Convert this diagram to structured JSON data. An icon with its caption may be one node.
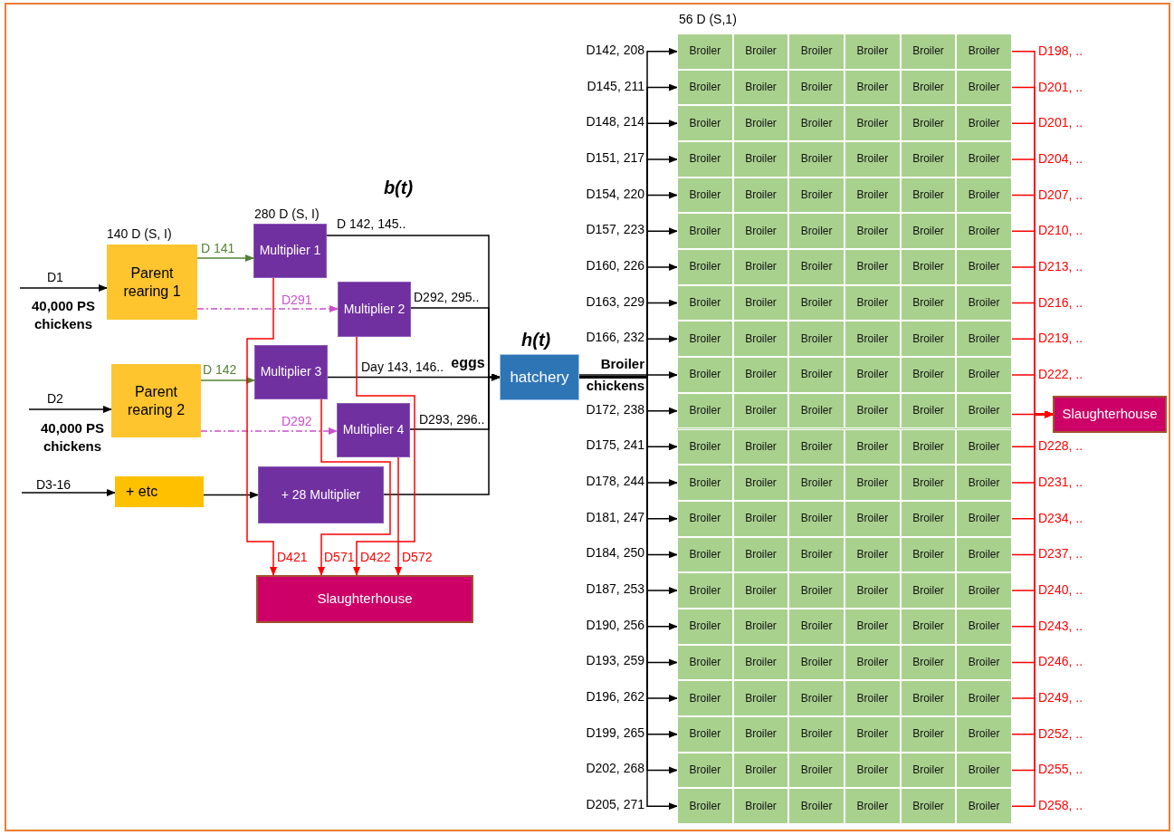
{
  "diagram": {
    "nodes": [
      {
        "text": [
          "Parent rearing 1"
        ],
        "beside": [
          "140 D (S, I)"
        ]
      },
      {
        "text": [
          "Parent rearing 2"
        ]
      },
      {
        "text": [
          "+ etc"
        ]
      },
      {
        "text": [
          "Multiplier 1"
        ],
        "beside": [
          "280 D (S, I)"
        ]
      },
      {
        "text": [
          "Multiplier 2"
        ]
      },
      {
        "text": [
          "Multiplier 3"
        ]
      },
      {
        "text": [
          "Multiplier 4"
        ]
      },
      {
        "text": [
          "+ 28 Multiplier"
        ]
      },
      {
        "text": [
          "Slaughterhouse"
        ]
      },
      {
        "text": [
          "hatchery"
        ],
        "beside": [
          "h(t)"
        ]
      },
      {
        "text": [
          "56 D (S,1)"
        ]
      },
      {
        "text": [
          "Broiler"
        ],
        "in": 10
      },
      {
        "text": [
          "Broiler"
        ],
        "in": 10
      },
      {
        "text": [
          "Broiler"
        ],
        "in": 10
      },
      {
        "text": [
          "Broiler"
        ],
        "in": 10
      },
      {
        "text": [
          "Broiler"
        ],
        "in": 10
      },
      {
        "text": [
          "Broiler"
        ],
        "in": 10
      },
      {
        "text": [
          "Broiler"
        ],
        "in": 10
      },
      {
        "text": [
          "Broiler"
        ],
        "in": 10
      },
      {
        "text": [
          "Broiler"
        ],
        "in": 10
      },
      {
        "text": [
          "Broiler"
        ],
        "in": 10
      },
      {
        "text": [
          "Broiler"
        ],
        "in": 10
      },
      {
        "text": [
          "Broiler"
        ],
        "in": 10
      },
      {
        "text": [
          "Broiler"
        ],
        "in": 10
      },
      {
        "text": [
          "Broiler"
        ],
        "in": 10
      },
      {
        "text": [
          "Broiler"
        ],
        "in": 10
      },
      {
        "text": [
          "Broiler"
        ],
        "in": 10
      },
      {
        "text": [
          "Broiler"
        ],
        "in": 10
      },
      {
        "text": [
          "Broiler"
        ],
        "in": 10
      },
      {
        "text": [
          "Broiler"
        ],
        "in": 10
      },
      {
        "text": [
          "Broiler"
        ],
        "in": 10
      },
      {
        "text": [
          "Broiler"
        ],
        "in": 10
      },
      {
        "text": [
          "Broiler"
        ],
        "in": 10
      },
      {
        "text": [
          "Broiler"
        ],
        "in": 10
      },
      {
        "text": [
          "Broiler"
        ],
        "in": 10
      },
      {
        "text": [
          "Broiler"
        ],
        "in": 10
      },
      {
        "text": [
          "Broiler"
        ],
        "in": 10
      },
      {
        "text": [
          "Broiler"
        ],
        "in": 10
      },
      {
        "text": [
          "Broiler"
        ],
        "in": 10
      },
      {
        "text": [
          "Broiler"
        ],
        "in": 10
      },
      {
        "text": [
          "Broiler"
        ],
        "in": 10
      },
      {
        "text": [
          "Broiler"
        ],
        "in": 10
      },
      {
        "text": [
          "Broiler"
        ],
        "in": 10
      },
      {
        "text": [
          "Broiler"
        ],
        "in": 10
      },
      {
        "text": [
          "Broiler"
        ],
        "in": 10
      },
      {
        "text": [
          "Broiler"
        ],
        "in": 10
      },
      {
        "text": [
          "Broiler"
        ],
        "in": 10
      },
      {
        "text": [
          "Broiler"
        ],
        "in": 10
      },
      {
        "text": [
          "Broiler"
        ],
        "in": 10
      },
      {
        "text": [
          "Broiler"
        ],
        "in": 10
      },
      {
        "text": [
          "Broiler"
        ],
        "in": 10
      },
      {
        "text": [
          "Broiler"
        ],
        "in": 10
      },
      {
        "text": [
          "Broiler"
        ],
        "in": 10
      },
      {
        "text": [
          "Broiler"
        ],
        "in": 10
      },
      {
        "text": [
          "Broiler"
        ],
        "in": 10
      },
      {
        "text": [
          "Broiler"
        ],
        "in": 10
      },
      {
        "text": [
          "Broiler"
        ],
        "in": 10
      },
      {
        "text": [
          "Broiler"
        ],
        "in": 10
      },
      {
        "text": [
          "Broiler"
        ],
        "in": 10
      },
      {
        "text": [
          "Broiler"
        ],
        "in": 10
      },
      {
        "text": [
          "Broiler"
        ],
        "in": 10
      },
      {
        "text": [
          "Broiler"
        ],
        "in": 10
      },
      {
        "text": [
          "Broiler"
        ],
        "in": 10
      },
      {
        "text": [
          "Broiler"
        ],
        "in": 10
      },
      {
        "text": [
          "Broiler"
        ],
        "in": 10
      },
      {
        "text": [
          "Broiler"
        ],
        "in": 10
      },
      {
        "text": [
          "Broiler"
        ],
        "in": 10
      },
      {
        "text": [
          "Broiler"
        ],
        "in": 10
      },
      {
        "text": [
          "Broiler"
        ],
        "in": 10
      },
      {
        "text": [
          "Broiler"
        ],
        "in": 10
      },
      {
        "text": [
          "Broiler"
        ],
        "in": 10
      },
      {
        "text": [
          "Broiler"
        ],
        "in": 10
      },
      {
        "text": [
          "Broiler"
        ],
        "in": 10
      },
      {
        "text": [
          "Broiler"
        ],
        "in": 10
      },
      {
        "text": [
          "Broiler"
        ],
        "in": 10
      },
      {
        "text": [
          "Broiler"
        ],
        "in": 10
      },
      {
        "text": [
          "Broiler"
        ],
        "in": 10
      },
      {
        "text": [
          "Broiler"
        ],
        "in": 10
      },
      {
        "text": [
          "Broiler"
        ],
        "in": 10
      },
      {
        "text": [
          "Broiler"
        ],
        "in": 10
      },
      {
        "text": [
          "Broiler"
        ],
        "in": 10
      },
      {
        "text": [
          "Broiler"
        ],
        "in": 10
      },
      {
        "text": [
          "Broiler"
        ],
        "in": 10
      },
      {
        "text": [
          "Broiler"
        ],
        "in": 10
      },
      {
        "text": [
          "Broiler"
        ],
        "in": 10
      },
      {
        "text": [
          "Broiler"
        ],
        "in": 10
      },
      {
        "text": [
          "Broiler"
        ],
        "in": 10
      },
      {
        "text": [
          "Broiler"
        ],
        "in": 10
      },
      {
        "text": [
          "Broiler"
        ],
        "in": 10
      },
      {
        "text": [
          "Broiler"
        ],
        "in": 10
      },
      {
        "text": [
          "Broiler"
        ],
        "in": 10
      },
      {
        "text": [
          "Broiler"
        ],
        "in": 10
      },
      {
        "text": [
          "Broiler"
        ],
        "in": 10
      },
      {
        "text": [
          "Broiler"
        ],
        "in": 10
      },
      {
        "text": [
          "Broiler"
        ],
        "in": 10
      },
      {
        "text": [
          "Broiler"
        ],
        "in": 10
      },
      {
        "text": [
          "Broiler"
        ],
        "in": 10
      },
      {
        "text": [
          "Broiler"
        ],
        "in": 10
      },
      {
        "text": [
          "Broiler"
        ],
        "in": 10
      },
      {
        "text": [
          "Broiler"
        ],
        "in": 10
      },
      {
        "text": [
          "Broiler"
        ],
        "in": 10
      },
      {
        "text": [
          "Broiler"
        ],
        "in": 10
      },
      {
        "text": [
          "Broiler"
        ],
        "in": 10
      },
      {
        "text": [
          "Broiler"
        ],
        "in": 10
      },
      {
        "text": [
          "Broiler"
        ],
        "in": 10
      },
      {
        "text": [
          "Broiler"
        ],
        "in": 10
      },
      {
        "text": [
          "Broiler"
        ],
        "in": 10
      },
      {
        "text": [
          "Broiler"
        ],
        "in": 10
      },
      {
        "text": [
          "Broiler"
        ],
        "in": 10
      },
      {
        "text": [
          "Broiler"
        ],
        "in": 10
      },
      {
        "text": [
          "Broiler"
        ],
        "in": 10
      },
      {
        "text": [
          "Broiler"
        ],
        "in": 10
      },
      {
        "text": [
          "Broiler"
        ],
        "in": 10
      },
      {
        "text": [
          "Broiler"
        ],
        "in": 10
      },
      {
        "text": [
          "Broiler"
        ],
        "in": 10
      },
      {
        "text": [
          "Broiler"
        ],
        "in": 10
      },
      {
        "text": [
          "Broiler"
        ],
        "in": 10
      },
      {
        "text": [
          "Broiler"
        ],
        "in": 10
      },
      {
        "text": [
          "Broiler"
        ],
        "in": 10
      },
      {
        "text": [
          "Broiler"
        ],
        "in": 10
      },
      {
        "text": [
          "Broiler"
        ],
        "in": 10
      },
      {
        "text": [
          "Broiler"
        ],
        "in": 10
      },
      {
        "text": [
          "Broiler"
        ],
        "in": 10
      },
      {
        "text": [
          "Broiler"
        ],
        "in": 10
      },
      {
        "text": [
          "Broiler"
        ],
        "in": 10
      },
      {
        "text": [
          "Broiler"
        ],
        "in": 10
      },
      {
        "text": [
          "Broiler"
        ],
        "in": 10
      },
      {
        "text": [
          "Broiler"
        ],
        "in": 10
      },
      {
        "text": [
          "Broiler"
        ],
        "in": 10
      },
      {
        "text": [
          "Broiler"
        ],
        "in": 10
      },
      {
        "text": [
          "Broiler"
        ],
        "in": 10
      },
      {
        "text": [
          "Broiler"
        ],
        "in": 10
      },
      {
        "text": [
          "Broiler"
        ],
        "in": 10
      },
      {
        "text": [
          "Broiler"
        ],
        "in": 10
      },
      {
        "text": [
          "Broiler"
        ],
        "in": 10
      },
      {
        "text": [
          "Broiler"
        ],
        "in": 10
      },
      {
        "text": [
          "Broiler"
        ],
        "in": 10
      },
      {
        "text": [
          "Broiler"
        ],
        "in": 10
      },
      {
        "text": [
          "Broiler"
        ],
        "in": 10
      },
      {
        "text": [
          "Broiler"
        ],
        "in": 10
      },
      {
        "text": [
          "Broiler"
        ],
        "in": 10
      },
      {
        "text": [
          "Broiler"
        ],
        "in": 10
      },
      {
        "text": [
          "Broiler"
        ],
        "in": 10
      },
      {
        "text": [
          "Slaughterhouse"
        ]
      }
    ],
    "edges": [
      {
        "from": null,
        "to": 0,
        "arrow": "to",
        "label": "D1"
      },
      {
        "from": null,
        "to": 1,
        "arrow": "to",
        "label": "D2"
      },
      {
        "from": null,
        "to": 2,
        "arrow": "to",
        "label": "D3-16"
      },
      {
        "from": 0,
        "to": 3,
        "arrow": "to",
        "label": "D 141",
        "color": "#548235"
      },
      {
        "from": 0,
        "to": 4,
        "arrow": "to",
        "label": "D291",
        "style": "dashed",
        "color": "#cc4fcc"
      },
      {
        "from": 1,
        "to": 5,
        "arrow": "to",
        "label": "D 142",
        "color": "#548235"
      },
      {
        "from": 1,
        "to": 6,
        "arrow": "to",
        "label": "D292",
        "style": "dashed",
        "color": "#cc4fcc"
      },
      {
        "from": 2,
        "to": 7,
        "arrow": "to"
      },
      {
        "from": 3,
        "to": 9,
        "arrow": "to",
        "label": "D 142, 145.."
      },
      {
        "from": 4,
        "to": 9,
        "arrow": "to",
        "label": "D292, 295.."
      },
      {
        "from": 5,
        "to": 9,
        "arrow": "to",
        "label": "Day 143, 146.."
      },
      {
        "from": 6,
        "to": 9,
        "arrow": "to",
        "label": "D293, 296.."
      },
      {
        "from": 7,
        "to": 9,
        "arrow": "to"
      },
      {
        "from": 3,
        "to": 8,
        "arrow": "to",
        "label": "D421",
        "color": "#ff0000"
      },
      {
        "from": 5,
        "to": 8,
        "arrow": "to",
        "label": "D571",
        "color": "#ff0000"
      },
      {
        "from": 4,
        "to": 8,
        "arrow": "to",
        "label": "D422",
        "color": "#ff0000"
      },
      {
        "from": 6,
        "to": 8,
        "arrow": "to",
        "label": "D572",
        "color": "#ff0000"
      },
      {
        "from": 9,
        "to": 11,
        "arrow": "to",
        "label": "D142, 208"
      },
      {
        "from": 9,
        "to": 17,
        "arrow": "to",
        "label": "D145, 211"
      },
      {
        "from": 9,
        "to": 23,
        "arrow": "to",
        "label": "D148, 214"
      },
      {
        "from": 9,
        "to": 29,
        "arrow": "to",
        "label": "D151, 217"
      },
      {
        "from": 9,
        "to": 35,
        "arrow": "to",
        "label": "D154, 220"
      },
      {
        "from": 9,
        "to": 41,
        "arrow": "to",
        "label": "D157, 223"
      },
      {
        "from": 9,
        "to": 47,
        "arrow": "to",
        "label": "D160, 226"
      },
      {
        "from": 9,
        "to": 53,
        "arrow": "to",
        "label": "D163, 229"
      },
      {
        "from": 9,
        "to": 59,
        "arrow": "to",
        "label": "D166, 232"
      },
      {
        "from": 9,
        "to": 65,
        "arrow": "to",
        "label": "Broiler chickens"
      },
      {
        "from": 9,
        "to": 71,
        "arrow": "to",
        "label": "D172, 238"
      },
      {
        "from": 9,
        "to": 77,
        "arrow": "to",
        "label": "D175, 241"
      },
      {
        "from": 9,
        "to": 83,
        "arrow": "to",
        "label": "D178, 244"
      },
      {
        "from": 9,
        "to": 89,
        "arrow": "to",
        "label": "D181, 247"
      },
      {
        "from": 9,
        "to": 95,
        "arrow": "to",
        "label": "D184, 250"
      },
      {
        "from": 9,
        "to": 101,
        "arrow": "to",
        "label": "D187, 253"
      },
      {
        "from": 9,
        "to": 107,
        "arrow": "to",
        "label": "D190, 256"
      },
      {
        "from": 9,
        "to": 113,
        "arrow": "to",
        "label": "D193, 259"
      },
      {
        "from": 9,
        "to": 119,
        "arrow": "to",
        "label": "D196, 262"
      },
      {
        "from": 9,
        "to": 125,
        "arrow": "to",
        "label": "D199, 265"
      },
      {
        "from": 9,
        "to": 131,
        "arrow": "to",
        "label": "D202, 268"
      },
      {
        "from": 9,
        "to": 137,
        "arrow": "to",
        "label": "D205, 271"
      },
      {
        "from": 16,
        "to": 143,
        "arrow": "to",
        "label": "D198, ..",
        "color": "#ff0000"
      },
      {
        "from": 22,
        "to": 143,
        "arrow": "to",
        "label": "D201, ..",
        "color": "#ff0000"
      },
      {
        "from": 28,
        "to": 143,
        "arrow": "to",
        "label": "D201, ..",
        "color": "#ff0000"
      },
      {
        "from": 34,
        "to": 143,
        "arrow": "to",
        "label": "D204, ..",
        "color": "#ff0000"
      },
      {
        "from": 40,
        "to": 143,
        "arrow": "to",
        "label": "D207, ..",
        "color": "#ff0000"
      },
      {
        "from": 46,
        "to": 143,
        "arrow": "to",
        "label": "D210, ..",
        "color": "#ff0000"
      },
      {
        "from": 52,
        "to": 143,
        "arrow": "to",
        "label": "D213, ..",
        "color": "#ff0000"
      },
      {
        "from": 58,
        "to": 143,
        "arrow": "to",
        "label": "D216, ..",
        "color": "#ff0000"
      },
      {
        "from": 64,
        "to": 143,
        "arrow": "to",
        "label": "D219, ..",
        "color": "#ff0000"
      },
      {
        "from": 70,
        "to": 143,
        "arrow": "to",
        "label": "D222, ..",
        "color": "#ff0000"
      },
      {
        "from": 76,
        "to": 143,
        "arrow": "to",
        "color": "#ff0000"
      },
      {
        "from": 82,
        "to": 143,
        "arrow": "to",
        "label": "D228, ..",
        "color": "#ff0000"
      },
      {
        "from": 88,
        "to": 143,
        "arrow": "to",
        "label": "D231, ..",
        "color": "#ff0000"
      },
      {
        "from": 94,
        "to": 143,
        "arrow": "to",
        "label": "D234, ..",
        "color": "#ff0000"
      },
      {
        "from": 100,
        "to": 143,
        "arrow": "to",
        "label": "D237, ..",
        "color": "#ff0000"
      },
      {
        "from": 106,
        "to": 143,
        "arrow": "to",
        "label": "D240, ..",
        "color": "#ff0000"
      },
      {
        "from": 112,
        "to": 143,
        "arrow": "to",
        "label": "D243, ..",
        "color": "#ff0000"
      },
      {
        "from": 118,
        "to": 143,
        "arrow": "to",
        "label": "D246, ..",
        "color": "#ff0000"
      },
      {
        "from": 124,
        "to": 143,
        "arrow": "to",
        "label": "D249, ..",
        "color": "#ff0000"
      },
      {
        "from": 130,
        "to": 143,
        "arrow": "to",
        "label": "D252, ..",
        "color": "#ff0000"
      },
      {
        "from": 136,
        "to": 143,
        "arrow": "to",
        "label": "D255, ..",
        "color": "#ff0000"
      },
      {
        "from": 142,
        "to": 143,
        "arrow": "to",
        "label": "D258, ..",
        "color": "#ff0000"
      }
    ],
    "labels": [
      "40,000 PS chickens",
      "40,000 PS chickens",
      "b(t)",
      "eggs"
    ]
  }
}
